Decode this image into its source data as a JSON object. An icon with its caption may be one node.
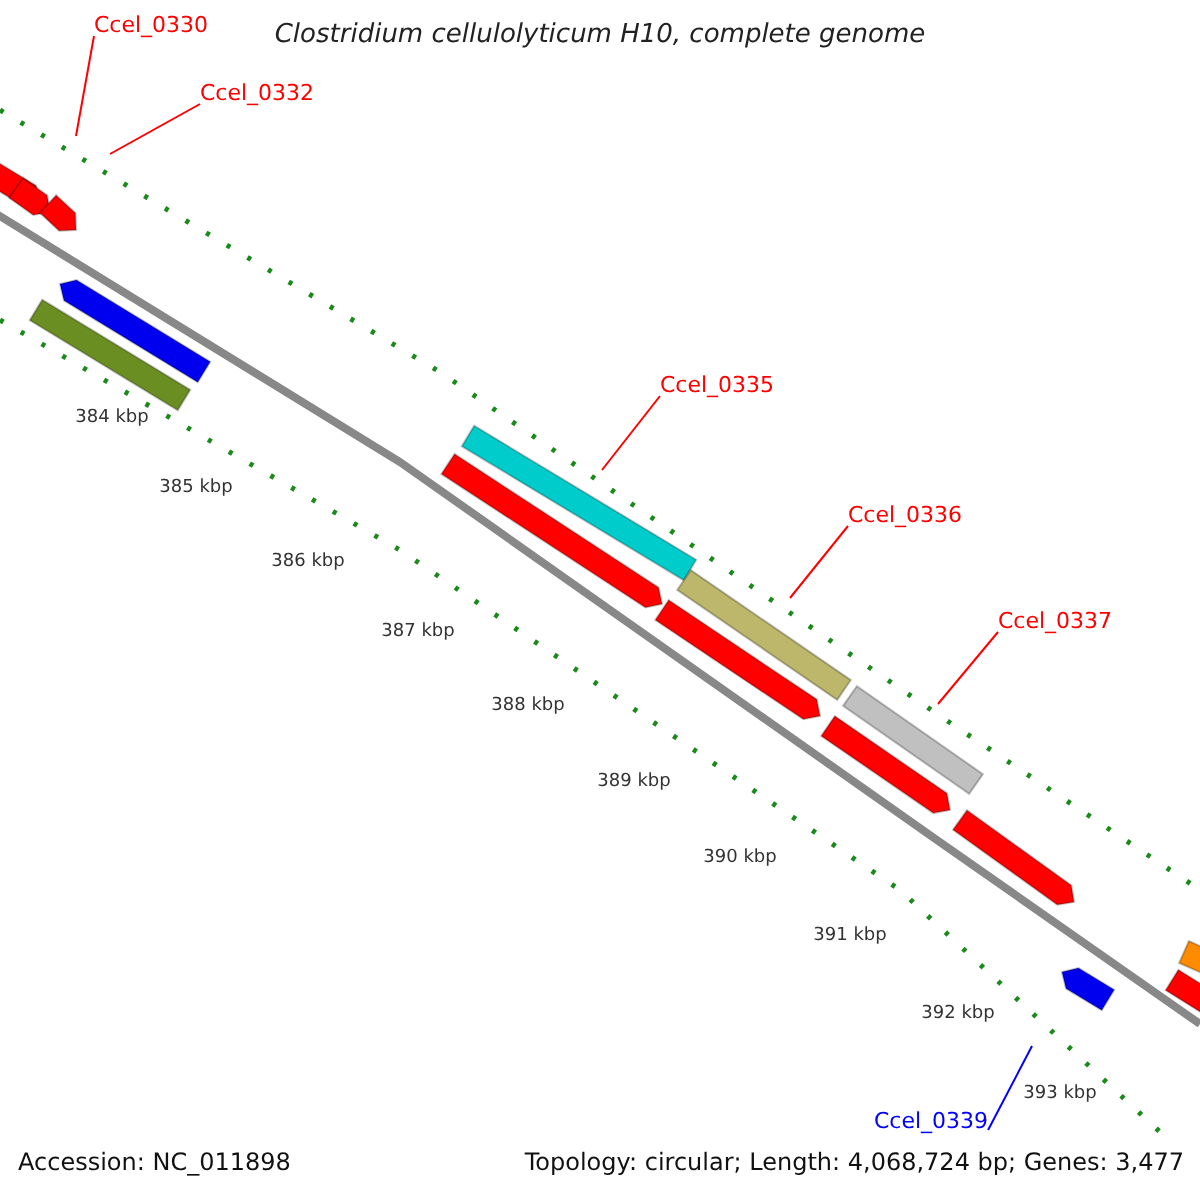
{
  "diagram": {
    "title": "Clostridium cellulolyticum H10, complete genome",
    "nodes": [
      {
        "text": [
          "Ccel_0330"
        ]
      },
      {
        "text": [
          "Ccel_0332"
        ]
      },
      {
        "text": [
          "Ccel_0335"
        ]
      },
      {
        "text": [
          "Ccel_0336"
        ]
      },
      {
        "text": [
          "Ccel_0337"
        ]
      },
      {
        "text": [
          "Ccel_0339"
        ]
      }
    ],
    "edges": [
      {
        "from": 0,
        "to": null,
        "arrow": "none"
      },
      {
        "from": 1,
        "to": null,
        "arrow": "none"
      },
      {
        "from": 2,
        "to": null,
        "arrow": "none"
      },
      {
        "from": 3,
        "to": null,
        "arrow": "none"
      },
      {
        "from": 4,
        "to": null,
        "arrow": "none"
      },
      {
        "from": 5,
        "to": null,
        "arrow": "none",
        "color": "#0000ff"
      }
    ],
    "labels": [
      "384 kbp",
      "385 kbp",
      "386 kbp",
      "387 kbp",
      "388 kbp",
      "389 kbp",
      "390 kbp",
      "391 kbp",
      "392 kbp",
      "393 kbp",
      "Accession: NC_011898",
      "Topology: circular; Length: 4,068,724 bp; Genes: 3,477"
    ]
  }
}
